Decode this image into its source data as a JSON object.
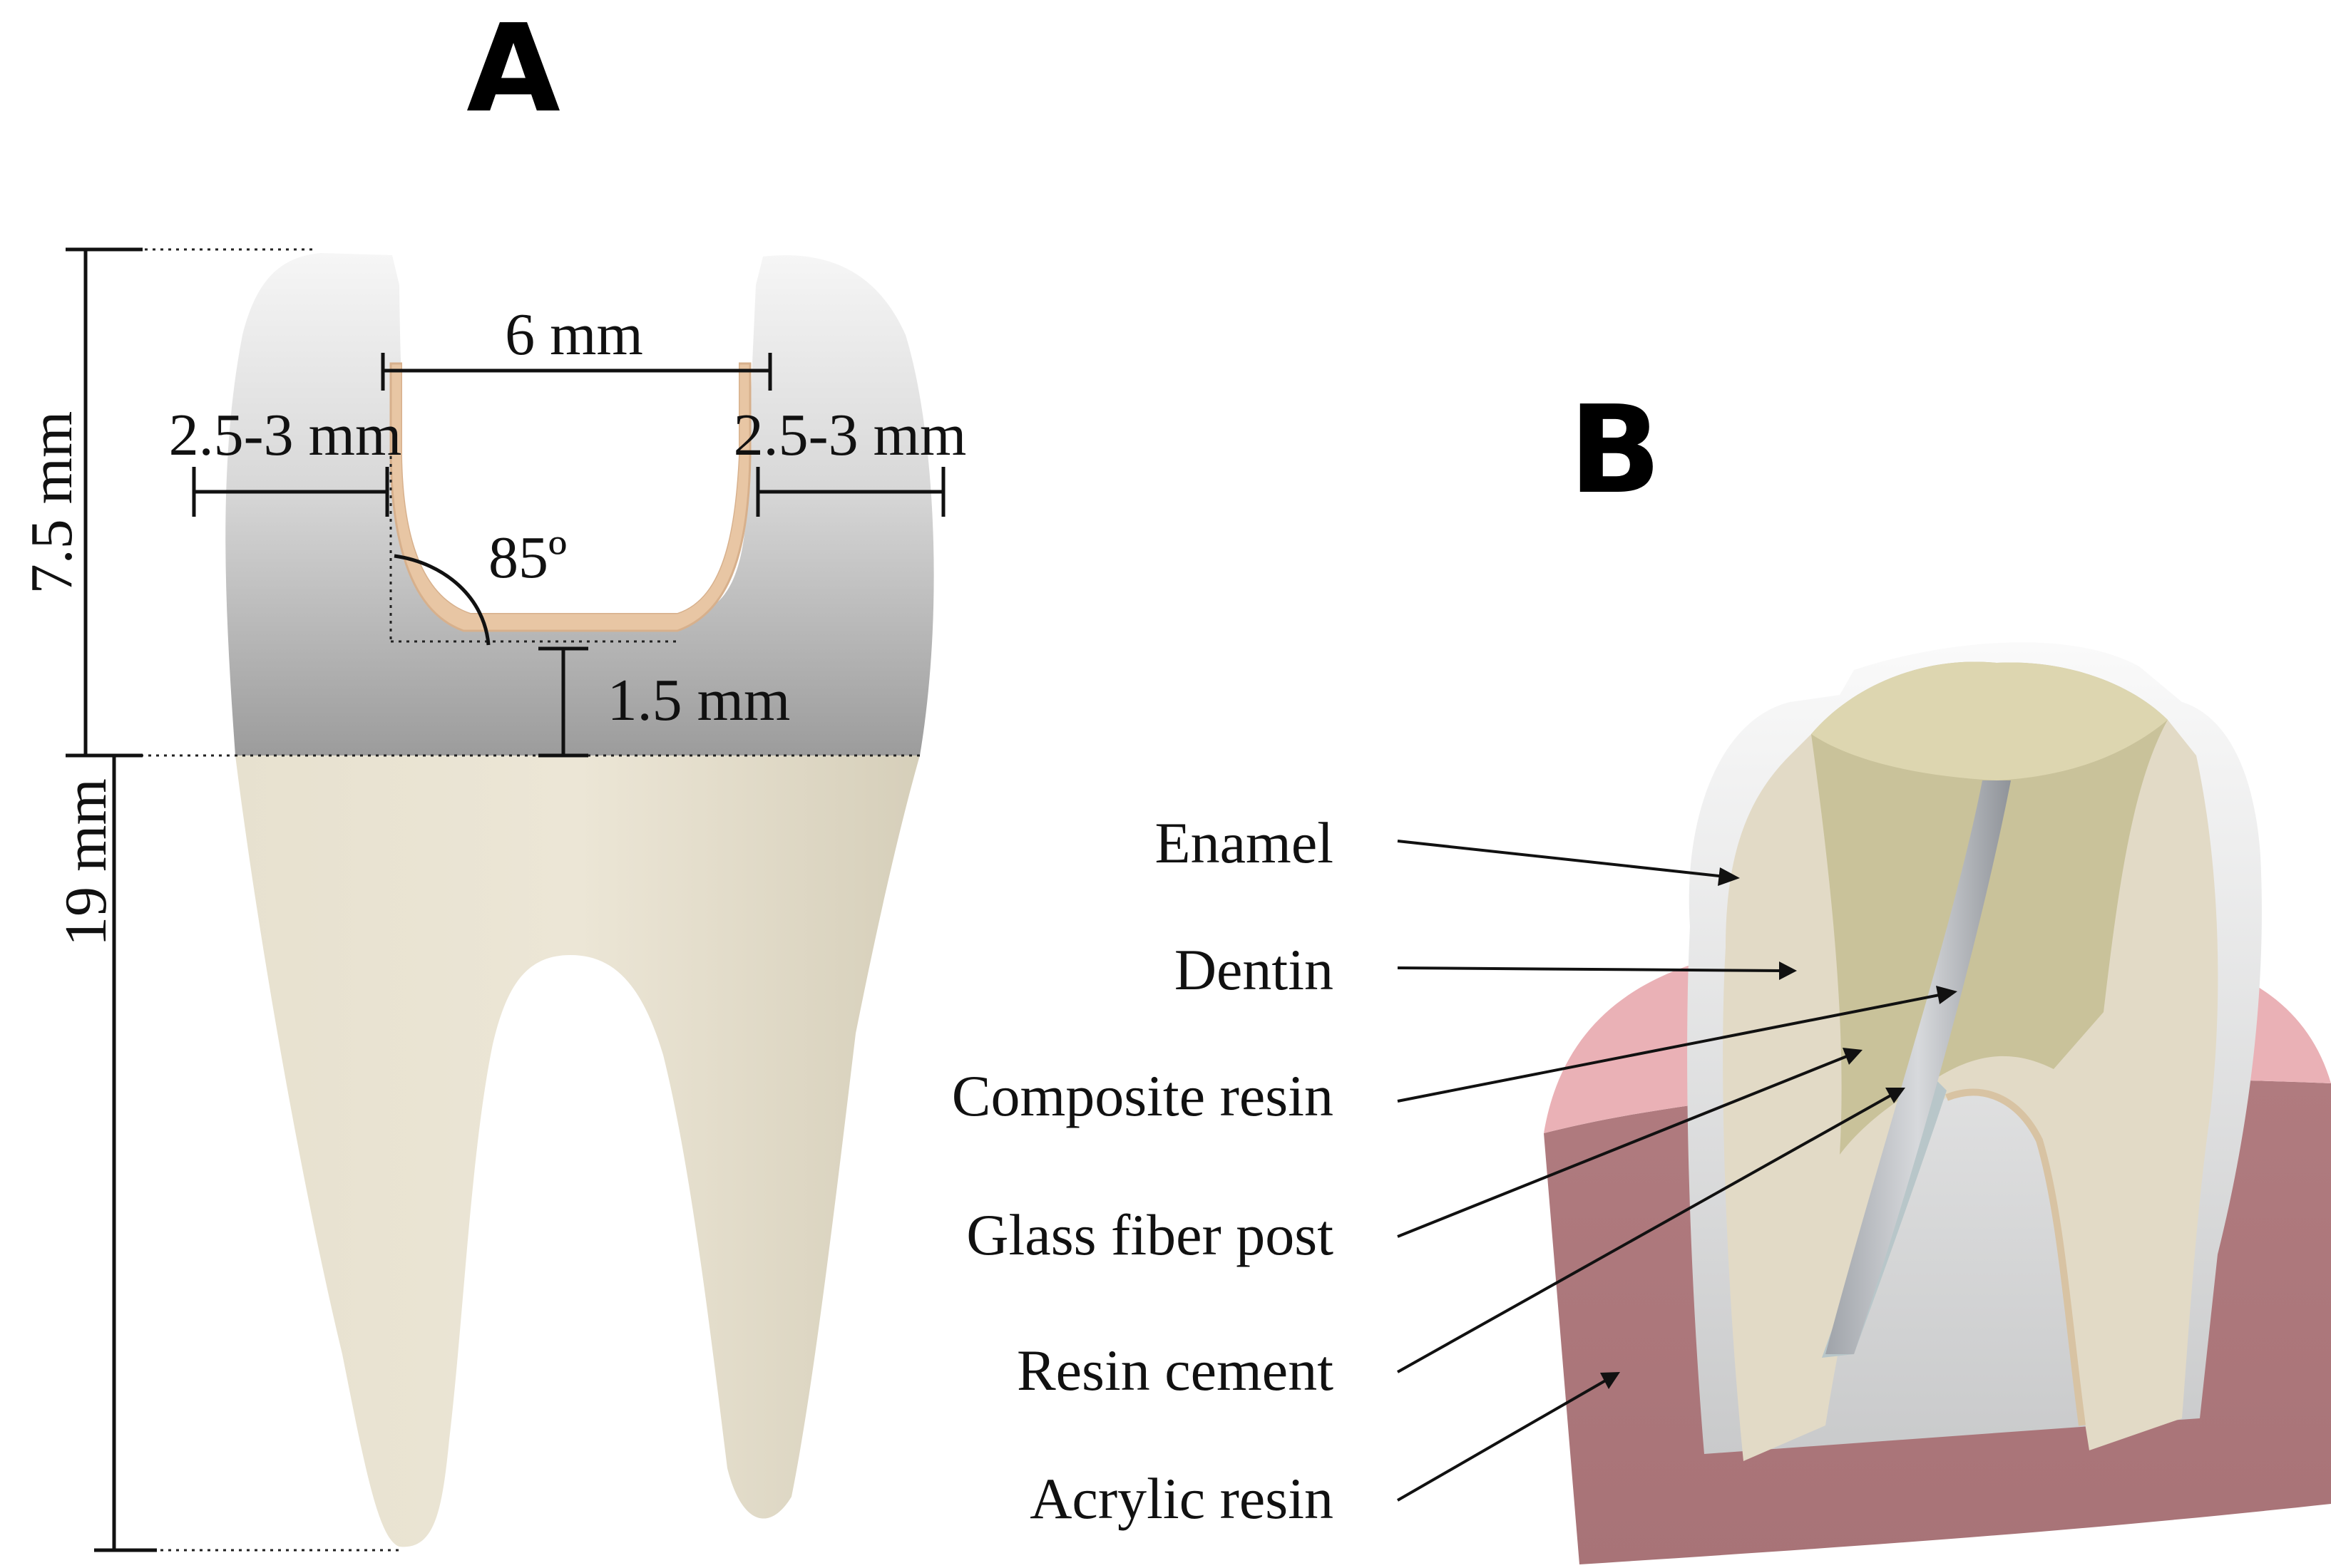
{
  "panels": {
    "a": {
      "letter": "A"
    },
    "b": {
      "letter": "B"
    }
  },
  "dimensions": {
    "crown_height": "7.5 mm",
    "root_length": "19 mm",
    "cavity_width": "6 mm",
    "wall_left": "2.5-3 mm",
    "wall_right": "2.5-3 mm",
    "angle": "85º",
    "floor_thickness": "1.5 mm"
  },
  "labels": [
    "Enamel",
    "Dentin",
    "Composite resin",
    "Glass fiber post",
    "Resin cement",
    "Acrylic resin"
  ],
  "colors": {
    "enamel": "#d4d5d6",
    "dentin": "#e2dccb",
    "composite": "#c9c29a",
    "post": "#b8bbc0",
    "gingiva": "#b98487",
    "liner": "#e8c6a4"
  }
}
